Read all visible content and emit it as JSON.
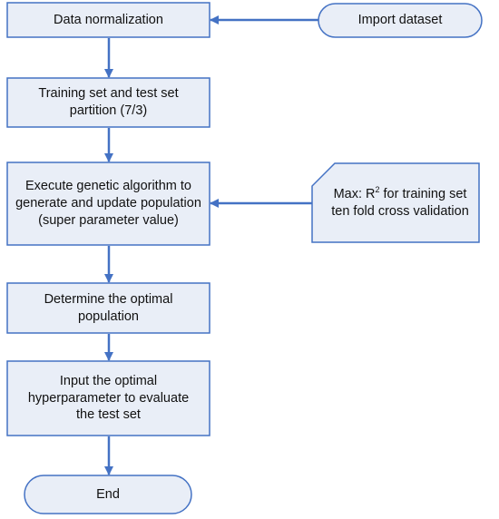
{
  "diagram": {
    "colors": {
      "node_fill": "#e9eef7",
      "stroke": "#4472c4",
      "text": "#111111"
    },
    "nodes": {
      "import_dataset": "Import dataset",
      "data_normalization": "Data normalization",
      "partition": "Training set and test set partition (7/3)",
      "genetic_algorithm": "Execute genetic algorithm to generate and update population (super parameter value)",
      "max_objective": {
        "prefix": "Max: R",
        "superscript": "2",
        "suffix": " for training set ten fold cross validation"
      },
      "optimal_population": "Determine the optimal population",
      "evaluate_test": "Input the optimal hyperparameter to evaluate the test set",
      "end": "End"
    }
  }
}
